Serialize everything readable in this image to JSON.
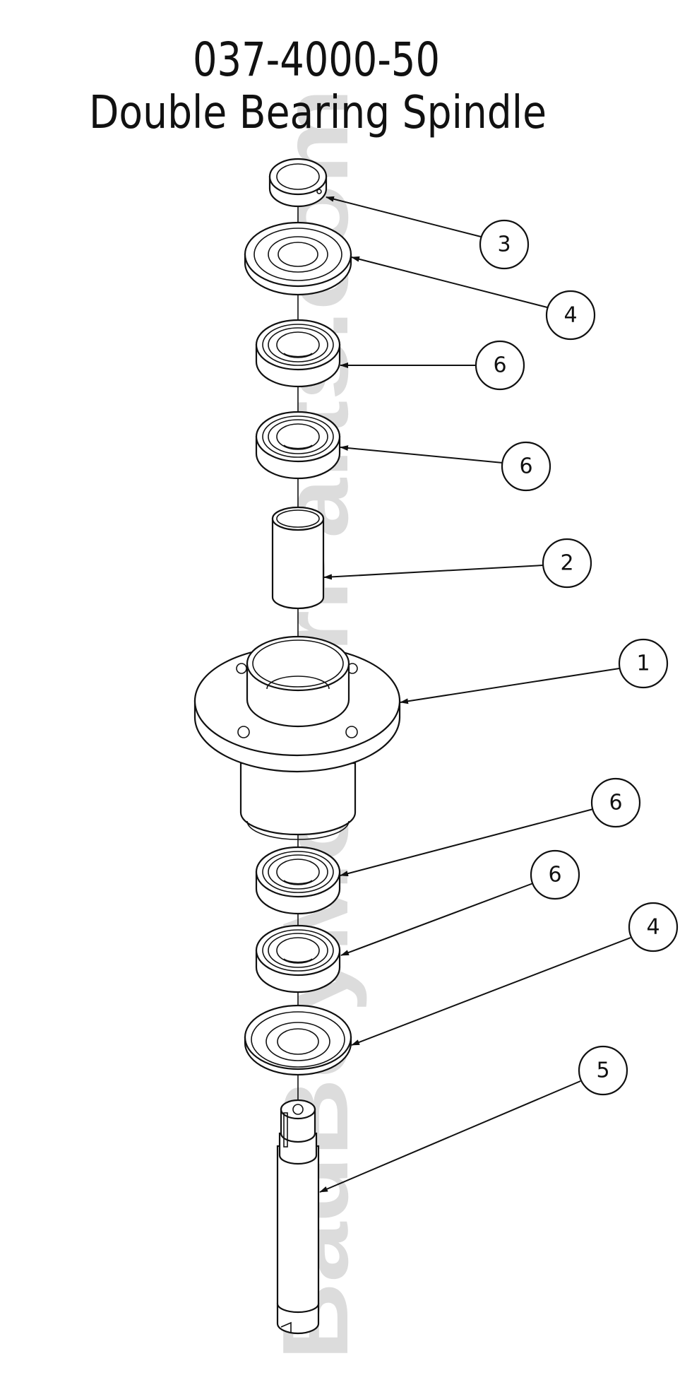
{
  "title": {
    "part_number": "037-4000-50",
    "name": "Double Bearing Spindle"
  },
  "watermark": "BadBoyMowerParts.com",
  "callouts": [
    {
      "item": "3",
      "part": "collar"
    },
    {
      "item": "4",
      "part": "upper-seal"
    },
    {
      "item": "6",
      "part": "bearing-1"
    },
    {
      "item": "6",
      "part": "bearing-2"
    },
    {
      "item": "2",
      "part": "spacer"
    },
    {
      "item": "1",
      "part": "hub"
    },
    {
      "item": "6",
      "part": "bearing-3"
    },
    {
      "item": "6",
      "part": "bearing-4"
    },
    {
      "item": "4",
      "part": "lower-seal"
    },
    {
      "item": "5",
      "part": "shaft"
    }
  ]
}
